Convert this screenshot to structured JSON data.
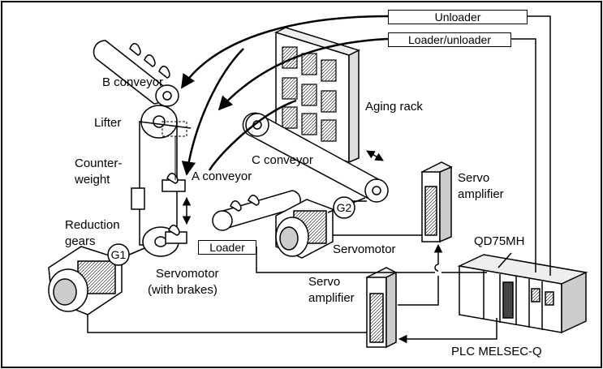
{
  "labels": {
    "unloader": "Unloader",
    "loader_unloader": "Loader/unloader",
    "b_conveyor": "B conveyor",
    "lifter": "Lifter",
    "counterweight_1": "Counter-",
    "counterweight_2": "weight",
    "aging_rack": "Aging rack",
    "c_conveyor": "C conveyor",
    "a_conveyor": "A conveyor",
    "reduction_gears_1": "Reduction",
    "reduction_gears_2": "gears",
    "g1": "G1",
    "g2": "G2",
    "loader": "Loader",
    "servo_amplifier_top_1": "Servo",
    "servo_amplifier_top_2": "amplifier",
    "servomotor_right": "Servomotor",
    "qd75mh": "QD75MH",
    "servo_amplifier_bottom_1": "Servo",
    "servo_amplifier_bottom_2": "amplifier",
    "servomotor_left_1": "Servomotor",
    "servomotor_left_2": "(with brakes)",
    "plc": "PLC MELSEC-Q"
  },
  "colors": {
    "line": "#000000",
    "background": "#ffffff",
    "shade": "#555555",
    "light_shade": "#bbbbbb"
  }
}
